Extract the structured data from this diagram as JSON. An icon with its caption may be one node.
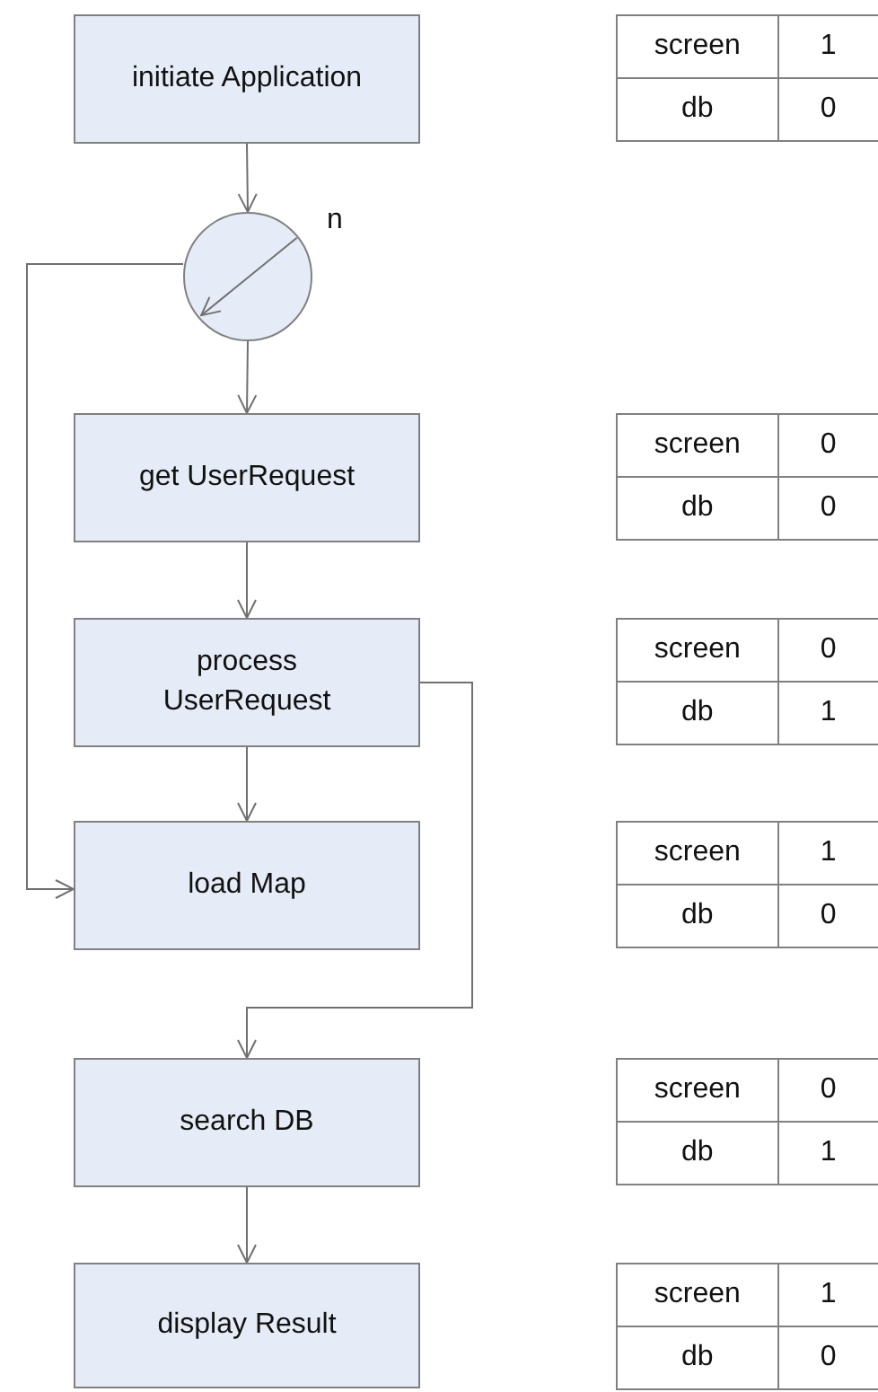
{
  "diagram": {
    "nodes": [
      {
        "text": [
          "initiate Application"
        ]
      },
      {
        "text": [],
        "shape": "circle",
        "beside": [
          "n"
        ]
      },
      {
        "text": [
          "get UserRequest"
        ]
      },
      {
        "text": [
          "process UserRequest"
        ]
      },
      {
        "text": [
          "load Map"
        ]
      },
      {
        "text": [
          "search DB"
        ]
      },
      {
        "text": [
          "display Result"
        ]
      }
    ],
    "edges": [
      {
        "from": 0,
        "to": 1,
        "arrow": "to"
      },
      {
        "from": 1,
        "to": 2,
        "arrow": "to"
      },
      {
        "from": 1,
        "to": 4,
        "arrow": "to"
      },
      {
        "from": 2,
        "to": 3,
        "arrow": "to"
      },
      {
        "from": 3,
        "to": 4,
        "arrow": "to"
      },
      {
        "from": 3,
        "to": 5,
        "arrow": "to"
      },
      {
        "from": 5,
        "to": 6,
        "arrow": "to"
      }
    ],
    "labels": [
      "screen",
      "1",
      "db",
      "0",
      "screen",
      "0",
      "db",
      "0",
      "screen",
      "0",
      "db",
      "1",
      "screen",
      "1",
      "db",
      "0",
      "screen",
      "0",
      "db",
      "1",
      "screen",
      "1",
      "db",
      "0"
    ]
  }
}
